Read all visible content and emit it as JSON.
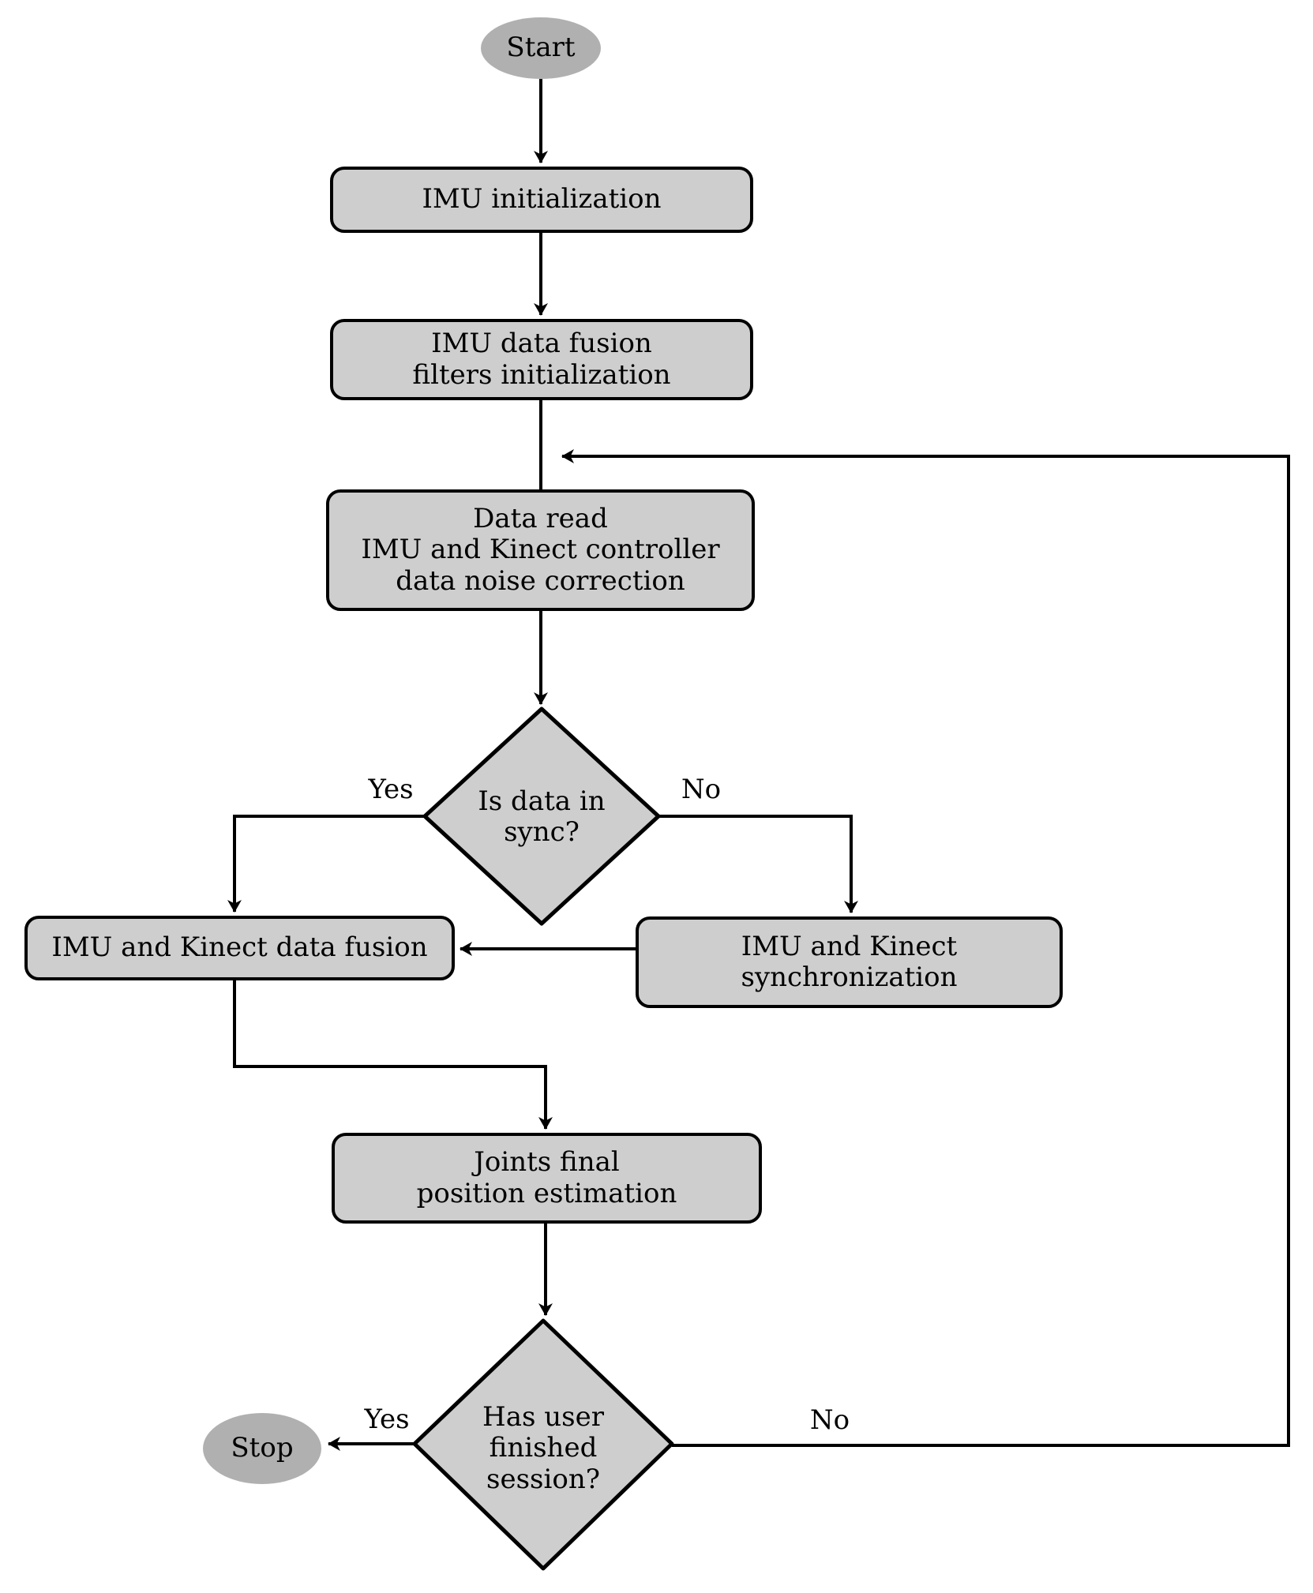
{
  "colors": {
    "background": "#ffffff",
    "node_fill": "#cecece",
    "terminal_fill": "#b0b0b0",
    "line": "#000000"
  },
  "nodes": {
    "start": {
      "type": "terminal",
      "label": "Start"
    },
    "imu_initialization": {
      "type": "process",
      "lines": [
        "IMU initialization"
      ]
    },
    "fusion_filters_init": {
      "type": "process",
      "lines": [
        "IMU data fusion",
        "filters initialization"
      ]
    },
    "data_read": {
      "type": "process",
      "lines": [
        "Data read",
        "IMU and Kinect controller",
        "data noise correction"
      ]
    },
    "sync_decision": {
      "type": "decision",
      "lines": [
        "Is data in",
        "sync?"
      ]
    },
    "data_fusion": {
      "type": "process",
      "lines": [
        "IMU and Kinect data fusion"
      ]
    },
    "synchronization": {
      "type": "process",
      "lines": [
        "IMU and Kinect",
        "synchronization"
      ]
    },
    "joints_estimation": {
      "type": "process",
      "lines": [
        "Joints final",
        "position estimation"
      ]
    },
    "finished_decision": {
      "type": "decision",
      "lines": [
        "Has user",
        "finished",
        "session?"
      ]
    },
    "stop": {
      "type": "terminal",
      "label": "Stop"
    }
  },
  "edge_labels": {
    "sync_yes": "Yes",
    "sync_no": "No",
    "finished_yes": "Yes",
    "finished_no": "No"
  }
}
